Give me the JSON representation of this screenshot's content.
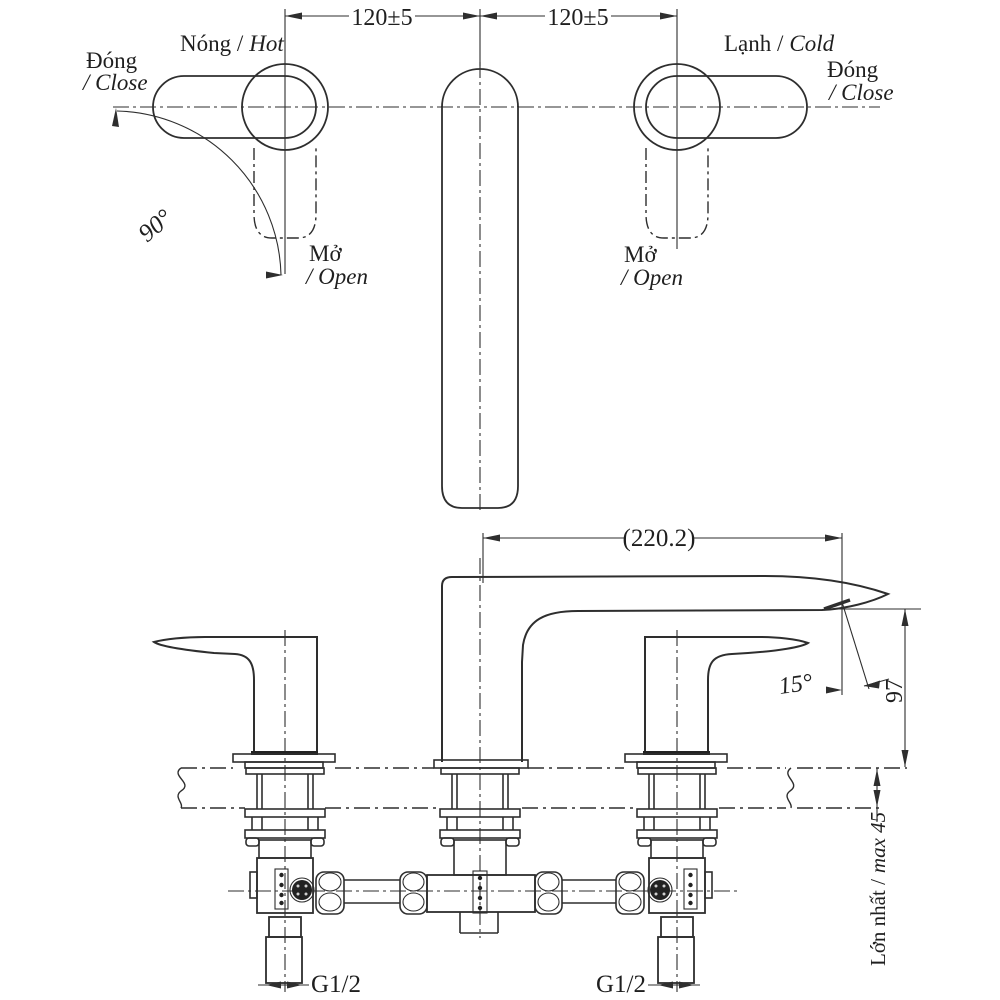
{
  "colors": {
    "line": "#2e2e2e",
    "text": "#1f1f1f",
    "background": "#ffffff"
  },
  "plan": {
    "dim_left": "120±5",
    "dim_right": "120±5",
    "hot_vi": "Nóng /",
    "hot_en": "Hot",
    "cold_vi": "Lạnh /",
    "cold_en": "Cold",
    "close_left_line1": "Đóng",
    "close_left_line2": "/ Close",
    "close_right_line1": "Đóng",
    "close_right_line2": "/ Close",
    "open_left_line1": "Mở",
    "open_left_line2": "/ Open",
    "open_right_line1": "Mở",
    "open_right_line2": "/ Open",
    "rotation_angle": "90°"
  },
  "elevation": {
    "spout_reach": "(220.2)",
    "spout_angle": "15°",
    "height": "97",
    "deck_max_vi": "Lớn nhất /",
    "deck_max_en": "max 45",
    "thread_left": "G1/2",
    "thread_right": "G1/2"
  }
}
